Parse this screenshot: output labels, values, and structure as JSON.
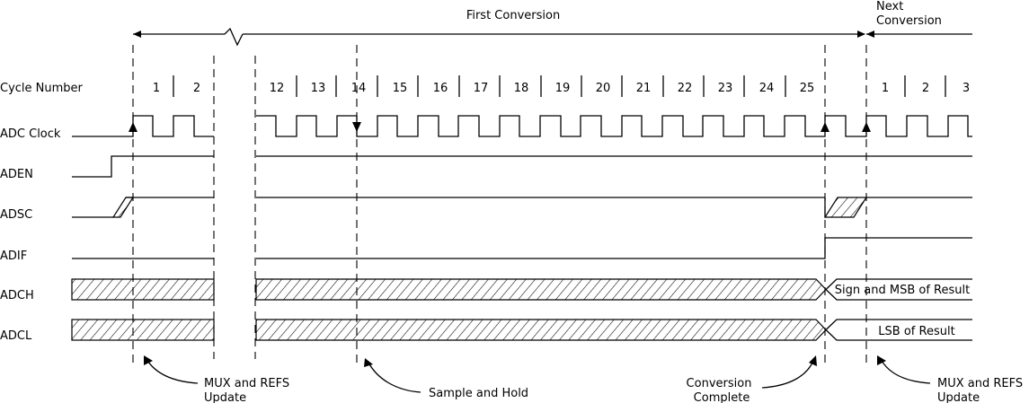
{
  "header": {
    "first_conversion": "First Conversion",
    "next_conversion_line1": "Next",
    "next_conversion_line2": "Conversion"
  },
  "signals": {
    "cycle_number": "Cycle Number",
    "adc_clock": "ADC Clock",
    "aden": "ADEN",
    "adsc": "ADSC",
    "adif": "ADIF",
    "adch": "ADCH",
    "adcl": "ADCL"
  },
  "cycles": {
    "first_start": [
      "1",
      "2"
    ],
    "first_end": [
      "12",
      "13",
      "14",
      "15",
      "16",
      "17",
      "18",
      "19",
      "20",
      "21",
      "22",
      "23",
      "24",
      "25"
    ],
    "next": [
      "1",
      "2",
      "3"
    ]
  },
  "values": {
    "adch_result": "Sign and MSB of Result",
    "adcl_result": "LSB of Result"
  },
  "annotations": {
    "mux_update_1_line1": "MUX and REFS",
    "mux_update_1_line2": "Update",
    "sample_hold": "Sample and Hold",
    "conversion_complete_line1": "Conversion",
    "conversion_complete_line2": "Complete",
    "mux_update_2_line1": "MUX and REFS",
    "mux_update_2_line2": "Update"
  }
}
